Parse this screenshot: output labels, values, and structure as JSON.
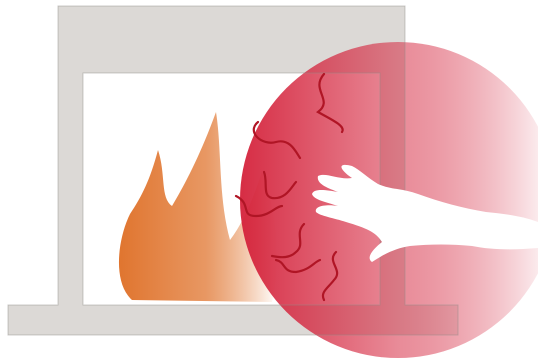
{
  "scene": {
    "subject": "heat-radiation",
    "elements": [
      "fireplace",
      "flame",
      "heat-zone",
      "heat-waves",
      "hand"
    ]
  },
  "colors": {
    "fireplace_fill": "#dcd9d6",
    "fireplace_stroke": "#8f8b88",
    "firebox_fill": "#ffffff",
    "flame_deep": "#e0752f",
    "flame_light": "#ffffff",
    "heat_deep": "#d4213a",
    "heat_light": "#ffffff",
    "heat_wave_stroke": "#b01525",
    "hand_fill": "#ffffff"
  },
  "heat_waves": {
    "count": 7
  }
}
